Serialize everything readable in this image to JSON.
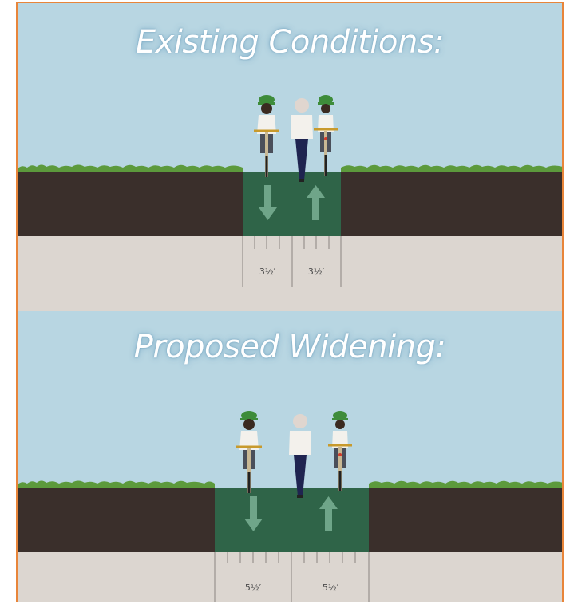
{
  "colors": {
    "sky": "#b8d6e2",
    "soil": "#3a2f2b",
    "ground": "#dcd6d0",
    "path": "#2f6448",
    "arrow": "#6fa589",
    "grass": "#5c9a3c",
    "border": "#e8853a",
    "helmet": "#3e8c3a",
    "pants": "#1f2450",
    "shirt": "#f3f1ec"
  },
  "panels": [
    {
      "title": "Existing Conditions:",
      "lanes": [
        {
          "direction": "down",
          "width_label": "3½′"
        },
        {
          "direction": "up",
          "width_label": "3½′"
        }
      ],
      "users": [
        "cyclist",
        "pedestrian",
        "cyclist"
      ]
    },
    {
      "title": "Proposed Widening:",
      "lanes": [
        {
          "direction": "down",
          "width_label": "5½′"
        },
        {
          "direction": "up",
          "width_label": "5½′"
        }
      ],
      "users": [
        "cyclist",
        "pedestrian",
        "cyclist"
      ]
    }
  ]
}
